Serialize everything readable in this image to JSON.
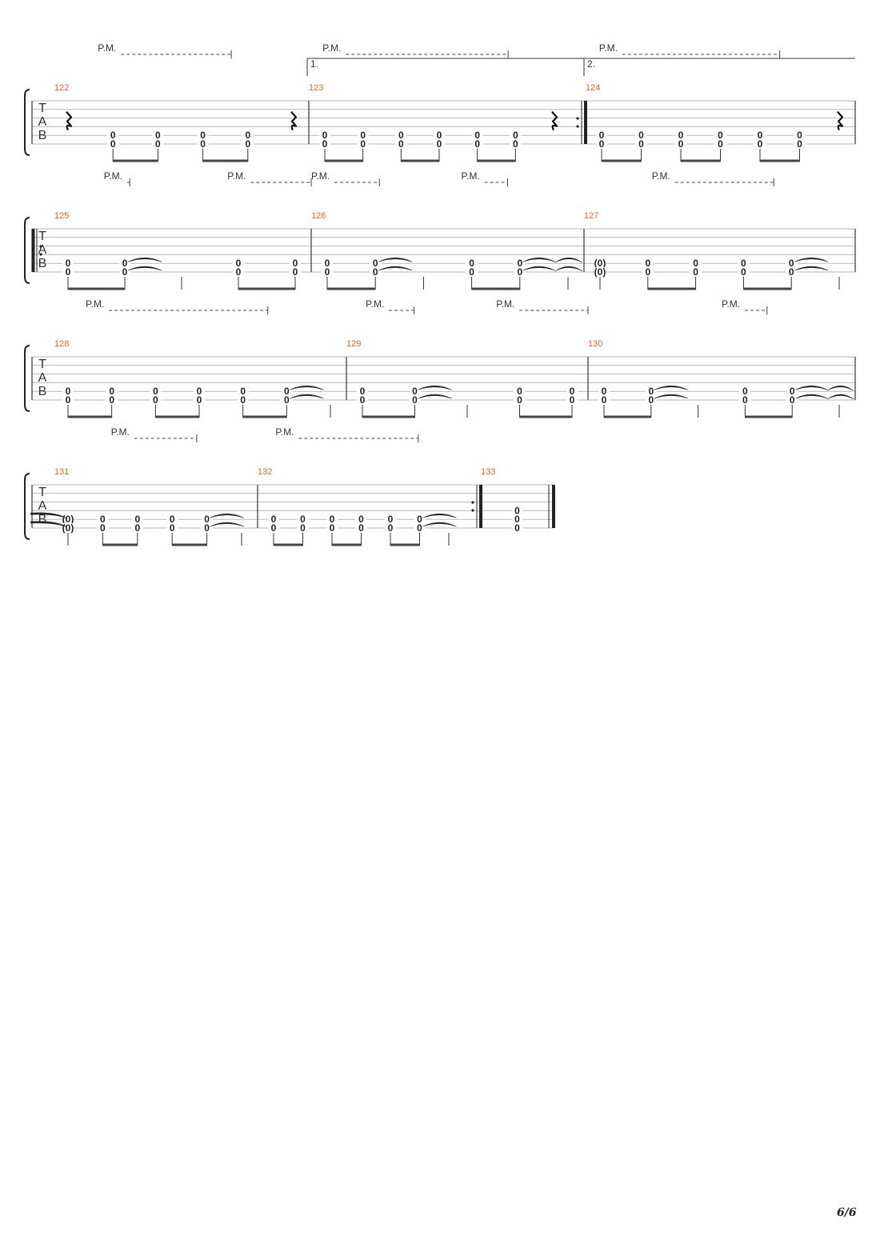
{
  "page": {
    "number": "6/6"
  },
  "labels": {
    "pm": "P.M.",
    "tab": [
      "T",
      "A",
      "B"
    ],
    "ending1": "1.",
    "ending2": "2."
  },
  "colors": {
    "measure_number": "#e8622a",
    "staff_line": "#b9b9b9",
    "ink": "#222222"
  },
  "systems": [
    {
      "measures": [
        {
          "number": "122",
          "palm_mute": [
            {
              "from": 0.18,
              "to": 0.72
            }
          ],
          "events": [
            {
              "type": "rest"
            },
            {
              "notes": [
                "0",
                "0"
              ],
              "beam": "start"
            },
            {
              "notes": [
                "0",
                "0"
              ],
              "beam": "end"
            },
            {
              "notes": [
                "0",
                "0"
              ],
              "beam": "start"
            },
            {
              "notes": [
                "0",
                "0"
              ],
              "beam": "end"
            },
            {
              "type": "rest"
            }
          ]
        },
        {
          "number": "123",
          "ending": "1.",
          "repeat_end": true,
          "palm_mute": [
            {
              "from": 0.05,
              "to": 0.72
            }
          ],
          "events": [
            {
              "notes": [
                "0",
                "0"
              ],
              "beam": "start"
            },
            {
              "notes": [
                "0",
                "0"
              ],
              "beam": "end"
            },
            {
              "notes": [
                "0",
                "0"
              ],
              "beam": "start"
            },
            {
              "notes": [
                "0",
                "0"
              ],
              "beam": "end"
            },
            {
              "notes": [
                "0",
                "0"
              ],
              "beam": "start"
            },
            {
              "notes": [
                "0",
                "0"
              ],
              "beam": "end"
            },
            {
              "type": "rest"
            }
          ]
        },
        {
          "number": "124",
          "ending": "2.",
          "palm_mute": [
            {
              "from": 0.05,
              "to": 0.72
            }
          ],
          "events": [
            {
              "notes": [
                "0",
                "0"
              ],
              "beam": "start"
            },
            {
              "notes": [
                "0",
                "0"
              ],
              "beam": "end"
            },
            {
              "notes": [
                "0",
                "0"
              ],
              "beam": "start"
            },
            {
              "notes": [
                "0",
                "0"
              ],
              "beam": "end"
            },
            {
              "notes": [
                "0",
                "0"
              ],
              "beam": "start"
            },
            {
              "notes": [
                "0",
                "0"
              ],
              "beam": "end"
            },
            {
              "type": "rest"
            }
          ]
        }
      ]
    },
    {
      "measures": [
        {
          "number": "125",
          "repeat_start": true,
          "palm_mute": [
            {
              "from": 0.2,
              "to": 0.35
            },
            {
              "from": 0.7,
              "to": 1.0
            }
          ],
          "events": [
            {
              "notes": [
                "0",
                "0"
              ],
              "beam": "start"
            },
            {
              "notes": [
                "0",
                "0"
              ],
              "beam": "end",
              "tie": true
            },
            {
              "type": "tie-stem"
            },
            {
              "notes": [
                "0",
                "0"
              ],
              "beam": "start"
            },
            {
              "notes": [
                "0",
                "0"
              ],
              "beam": "end"
            }
          ]
        },
        {
          "number": "126",
          "palm_mute": [
            {
              "from": 0.0,
              "to": 0.25
            },
            {
              "from": 0.55,
              "to": 0.72
            }
          ],
          "events": [
            {
              "notes": [
                "0",
                "0"
              ],
              "beam": "start"
            },
            {
              "notes": [
                "0",
                "0"
              ],
              "beam": "end",
              "tie": true
            },
            {
              "type": "tie-stem"
            },
            {
              "notes": [
                "0",
                "0"
              ],
              "beam": "start"
            },
            {
              "notes": [
                "0",
                "0"
              ],
              "beam": "end",
              "tie": true,
              "long_tie": true
            },
            {
              "type": "tie-stem"
            }
          ]
        },
        {
          "number": "127",
          "palm_mute": [
            {
              "from": 0.25,
              "to": 0.7
            }
          ],
          "events": [
            {
              "notes": [
                "(0)",
                "(0)"
              ],
              "type": "tie-stem"
            },
            {
              "notes": [
                "0",
                "0"
              ],
              "beam": "start"
            },
            {
              "notes": [
                "0",
                "0"
              ],
              "beam": "end"
            },
            {
              "notes": [
                "0",
                "0"
              ],
              "beam": "start"
            },
            {
              "notes": [
                "0",
                "0"
              ],
              "beam": "end",
              "tie": true
            },
            {
              "type": "tie-stem"
            }
          ]
        }
      ]
    },
    {
      "measures": [
        {
          "number": "128",
          "palm_mute": [
            {
              "from": 0.12,
              "to": 0.75
            }
          ],
          "events": [
            {
              "notes": [
                "0",
                "0"
              ],
              "beam": "start"
            },
            {
              "notes": [
                "0",
                "0"
              ],
              "beam": "end"
            },
            {
              "notes": [
                "0",
                "0"
              ],
              "beam": "start"
            },
            {
              "notes": [
                "0",
                "0"
              ],
              "beam": "end"
            },
            {
              "notes": [
                "0",
                "0"
              ],
              "beam": "start"
            },
            {
              "notes": [
                "0",
                "0"
              ],
              "beam": "end",
              "tie": true
            },
            {
              "type": "tie-stem"
            }
          ]
        },
        {
          "number": "129",
          "palm_mute": [
            {
              "from": 0.08,
              "to": 0.28
            },
            {
              "from": 0.62,
              "to": 1.0
            }
          ],
          "events": [
            {
              "notes": [
                "0",
                "0"
              ],
              "beam": "start"
            },
            {
              "notes": [
                "0",
                "0"
              ],
              "beam": "end",
              "tie": true
            },
            {
              "type": "tie-stem"
            },
            {
              "notes": [
                "0",
                "0"
              ],
              "beam": "start"
            },
            {
              "notes": [
                "0",
                "0"
              ],
              "beam": "end"
            }
          ]
        },
        {
          "number": "130",
          "palm_mute": [
            {
              "from": 0.5,
              "to": 0.67
            }
          ],
          "events": [
            {
              "notes": [
                "0",
                "0"
              ],
              "beam": "start"
            },
            {
              "notes": [
                "0",
                "0"
              ],
              "beam": "end",
              "tie": true
            },
            {
              "type": "tie-stem"
            },
            {
              "notes": [
                "0",
                "0"
              ],
              "beam": "start"
            },
            {
              "notes": [
                "0",
                "0"
              ],
              "beam": "end",
              "tie": true,
              "long_tie": true
            },
            {
              "type": "tie-stem"
            }
          ]
        }
      ]
    },
    {
      "partial": true,
      "measures": [
        {
          "number": "131",
          "incoming_tie": true,
          "palm_mute": [
            {
              "from": 0.35,
              "to": 0.73
            }
          ],
          "events": [
            {
              "notes": [
                "(0)",
                "(0)"
              ],
              "type": "tie-stem"
            },
            {
              "notes": [
                "0",
                "0"
              ],
              "beam": "start"
            },
            {
              "notes": [
                "0",
                "0"
              ],
              "beam": "end"
            },
            {
              "notes": [
                "0",
                "0"
              ],
              "beam": "start"
            },
            {
              "notes": [
                "0",
                "0"
              ],
              "beam": "end",
              "tie": true
            },
            {
              "type": "tie-stem"
            }
          ]
        },
        {
          "number": "132",
          "repeat_end": true,
          "palm_mute": [
            {
              "from": 0.08,
              "to": 0.72
            }
          ],
          "events": [
            {
              "notes": [
                "0",
                "0"
              ],
              "beam": "start"
            },
            {
              "notes": [
                "0",
                "0"
              ],
              "beam": "end"
            },
            {
              "notes": [
                "0",
                "0"
              ],
              "beam": "start"
            },
            {
              "notes": [
                "0",
                "0"
              ],
              "beam": "end"
            },
            {
              "notes": [
                "0",
                "0"
              ],
              "beam": "start"
            },
            {
              "notes": [
                "0",
                "0"
              ],
              "beam": "end",
              "tie": true
            },
            {
              "type": "tie-stem"
            }
          ]
        },
        {
          "number": "133",
          "final": true,
          "palm_mute": [],
          "events": [
            {
              "notes": [
                "0",
                "0",
                "0"
              ],
              "type": "chord"
            }
          ]
        }
      ]
    }
  ]
}
